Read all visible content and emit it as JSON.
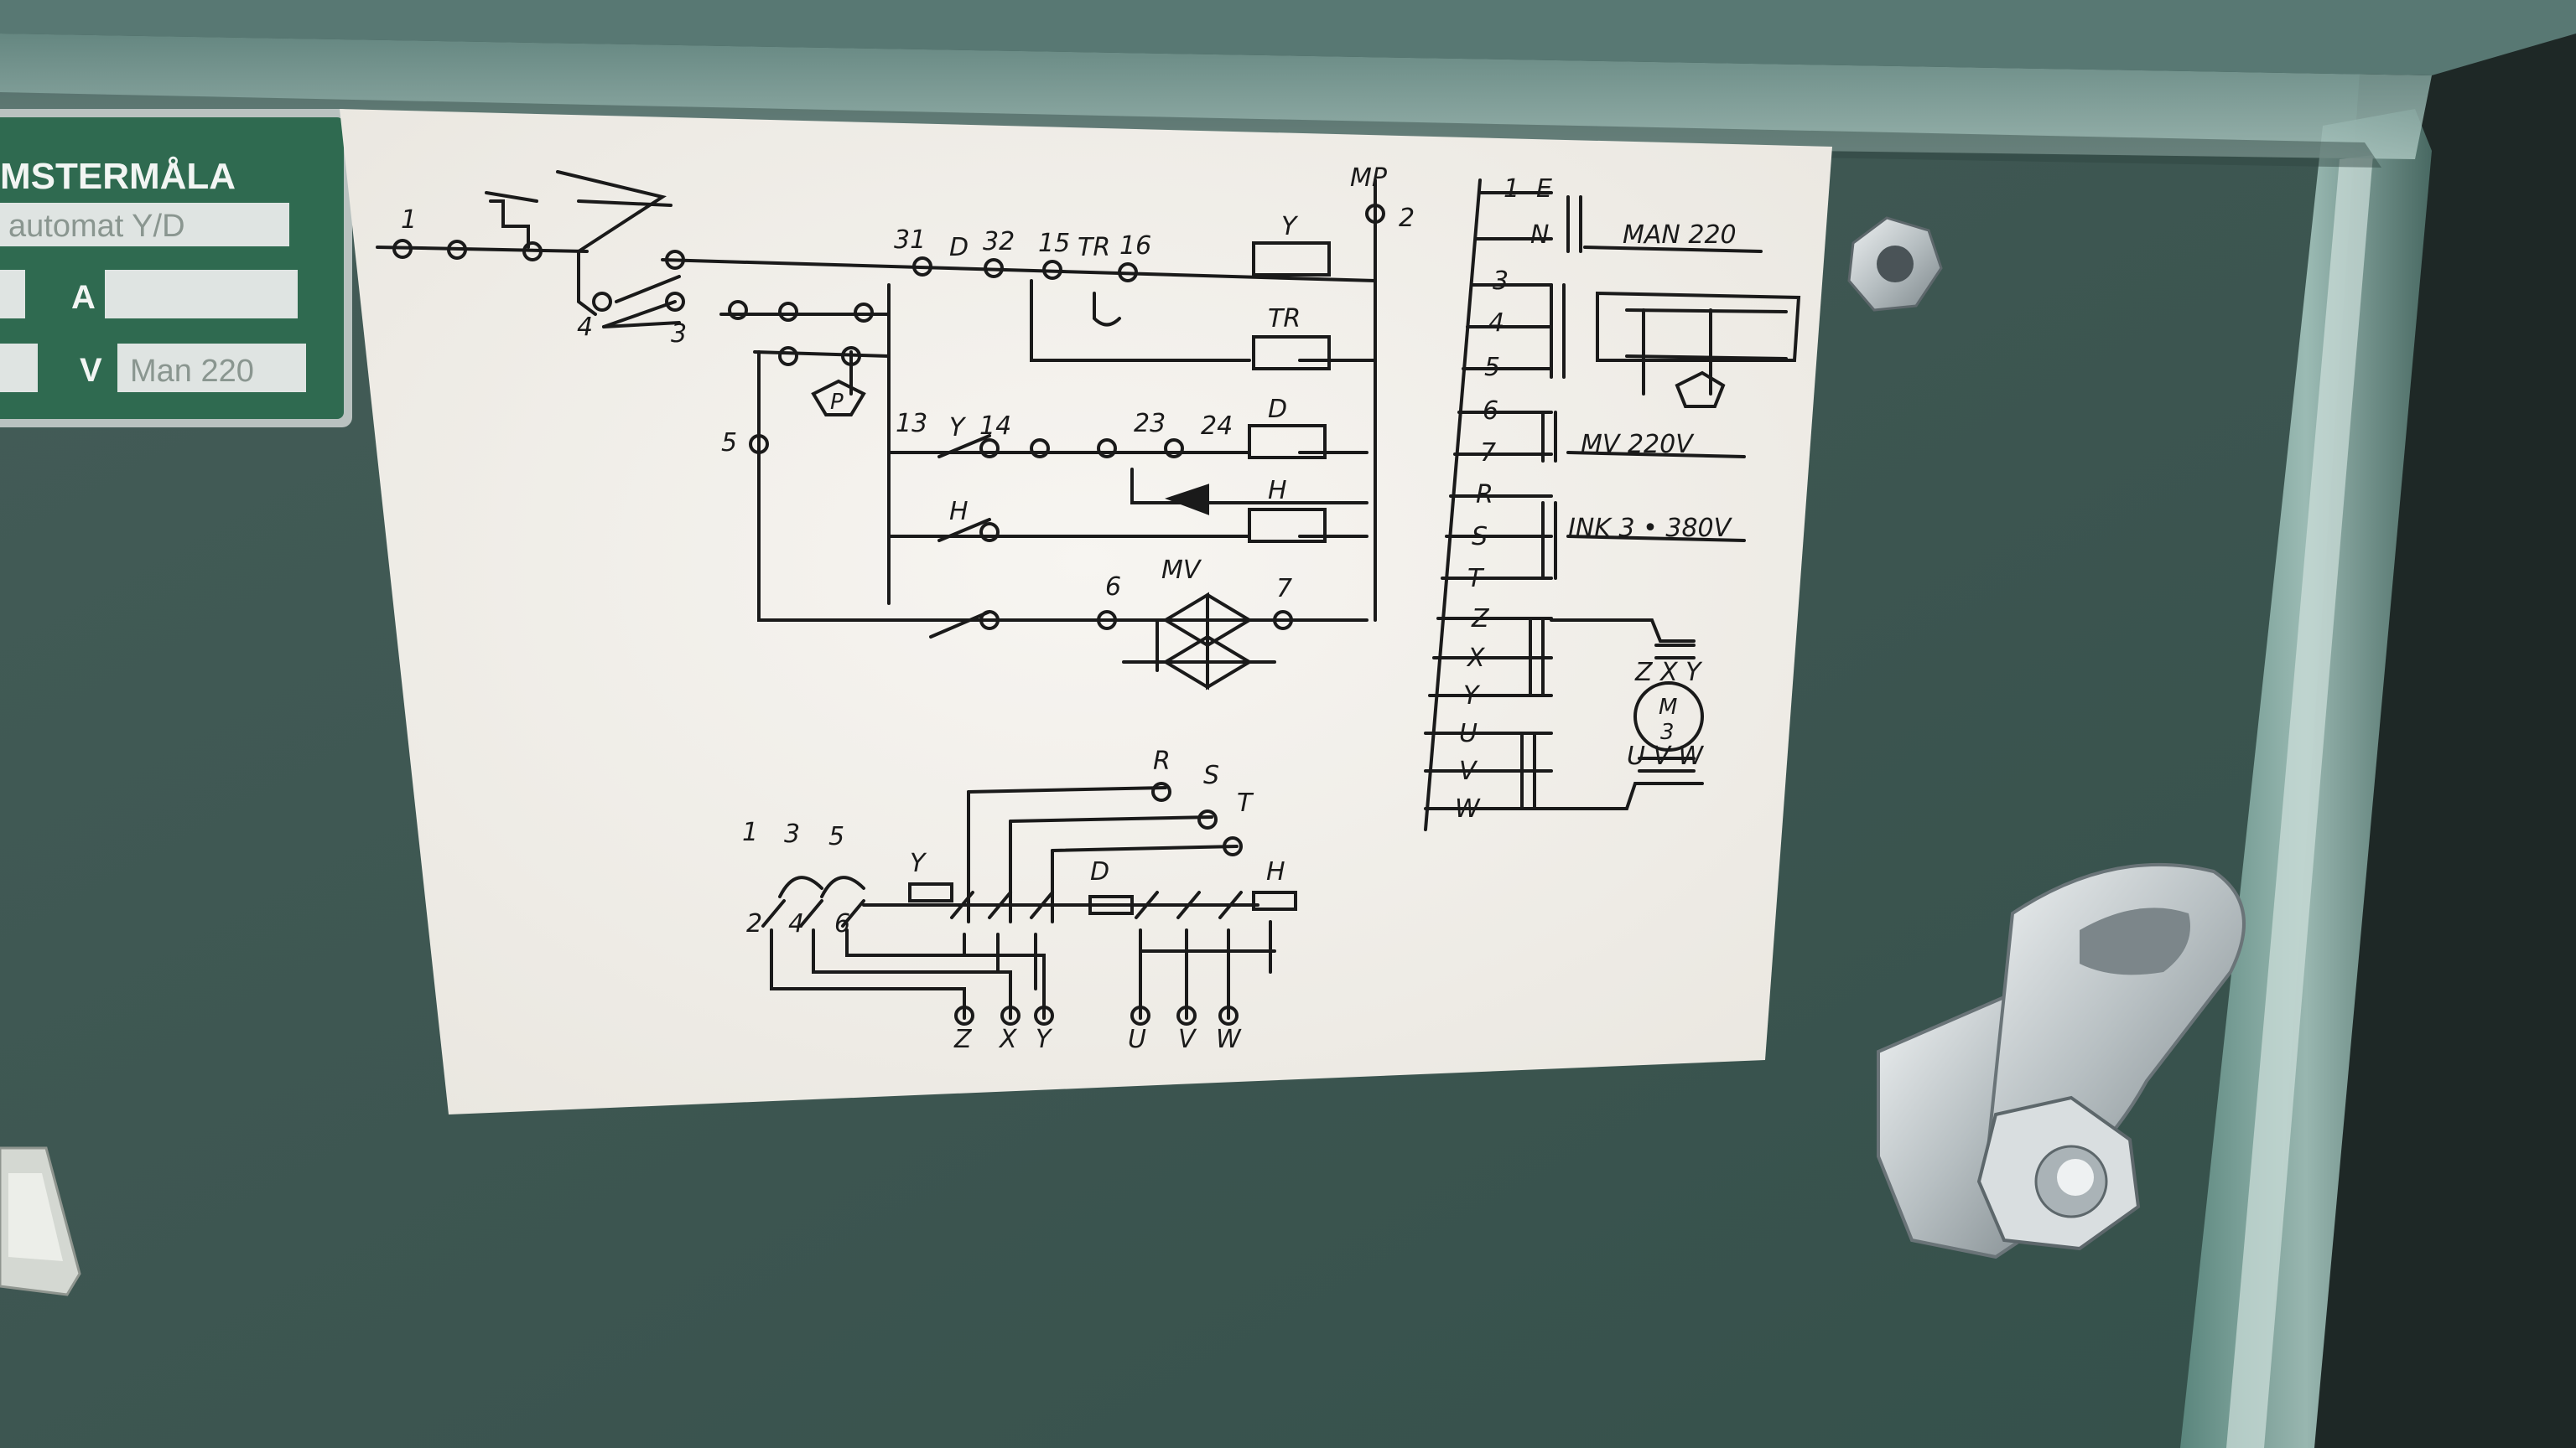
{
  "colors": {
    "panel": "#3c5550",
    "panel_dark": "#2b3c39",
    "frame": "#6e9a92",
    "frame_light": "#a9c7c0",
    "plate": "#2f6a50",
    "paper": "#f3f1ec",
    "ink": "#1a1a1a",
    "metal": "#c9cfd1"
  },
  "nameplate": {
    "brand": "MSTERMÅLA",
    "type_value": "automat  Y/D",
    "a_label": "A",
    "v_label": "V",
    "v_value": "Man 220"
  },
  "schematic": {
    "control": {
      "mp_label": "MP",
      "terminals": [
        "1",
        "2",
        "3",
        "4",
        "5",
        "6",
        "7",
        "13",
        "14",
        "15",
        "16",
        "23",
        "24",
        "31",
        "32"
      ],
      "contacts": [
        "D",
        "TR",
        "Y",
        "H"
      ],
      "coils": [
        "Y",
        "TR",
        "D",
        "H"
      ],
      "valve_label": "MV",
      "pressure_switch": "P"
    },
    "terminal_strip": {
      "rows": [
        "1",
        "N",
        "3",
        "4",
        "5",
        "6",
        "7",
        "R",
        "S",
        "T",
        "Z",
        "X",
        "Y",
        "U",
        "V",
        "W"
      ],
      "extra_label": "E",
      "man_label": "MAN 220",
      "mv_label": "MV 220V",
      "ink_label": "INK 3 • 380V",
      "motor_top": "Z X Y",
      "motor_m": "M",
      "motor_3": "3",
      "motor_bottom": "U V W"
    },
    "power": {
      "supply": [
        "R",
        "S",
        "T"
      ],
      "contactor_y": "Y",
      "contactor_d": "D",
      "contactor_h": "H",
      "outputs_left": [
        "Z",
        "X",
        "Y"
      ],
      "outputs_right": [
        "U",
        "V",
        "W"
      ],
      "pin_top": [
        "1",
        "3",
        "5"
      ],
      "pin_bottom": [
        "2",
        "4",
        "6"
      ]
    }
  }
}
